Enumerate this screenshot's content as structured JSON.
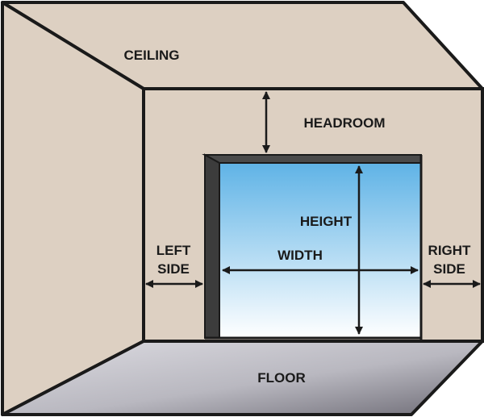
{
  "labels": {
    "ceiling": "CEILING",
    "headroom": "HEADROOM",
    "height": "HEIGHT",
    "width": "WIDTH",
    "left_side_line1": "LEFT",
    "left_side_line2": "SIDE",
    "right_side_line1": "RIGHT",
    "right_side_line2": "SIDE",
    "floor": "FLOOR"
  },
  "colors": {
    "wall": "#ddd0c2",
    "outline": "#1a1a1a",
    "door_frame": "#4a4a4a",
    "opening_top": "#5fb3e6",
    "opening_bottom": "#ffffff",
    "floor_light": "#d2d0d8",
    "floor_dark": "#7e7c86"
  }
}
